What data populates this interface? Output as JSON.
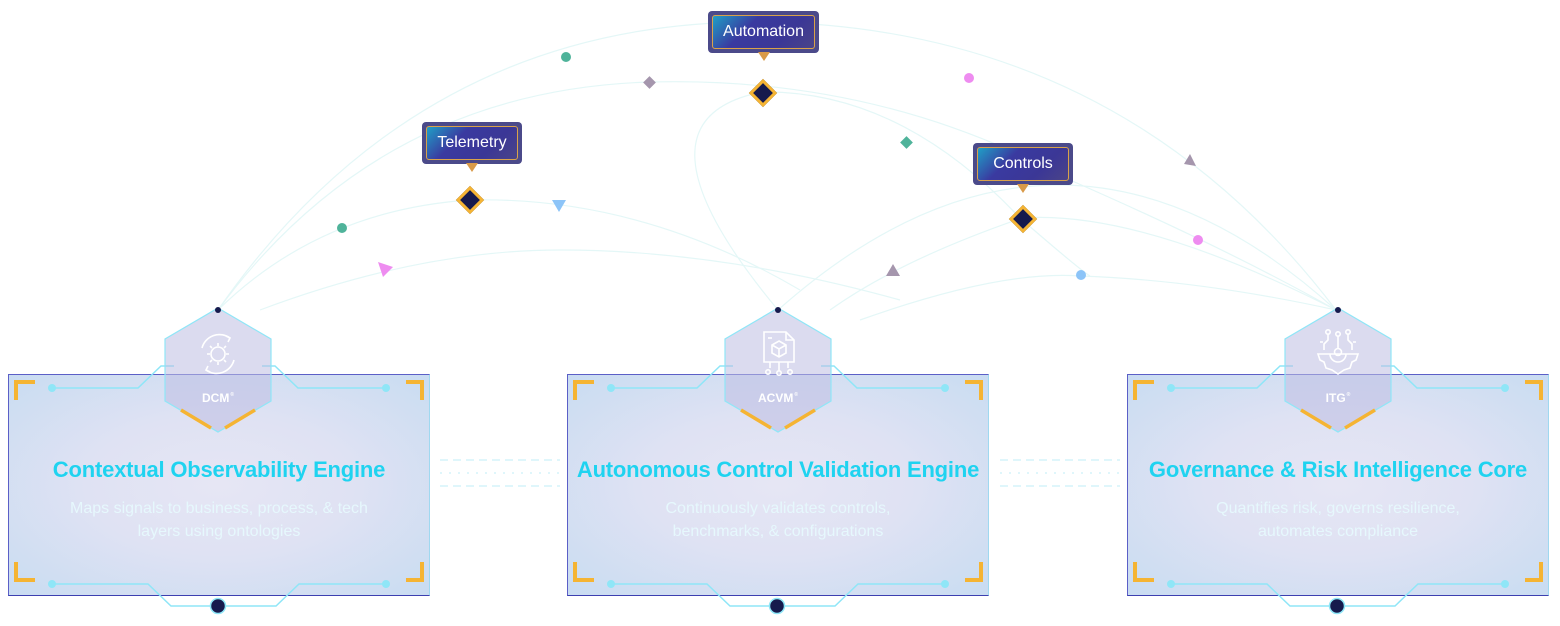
{
  "diagram": {
    "tags": [
      {
        "id": "telemetry",
        "label": "Telemetry"
      },
      {
        "id": "automation",
        "label": "Automation"
      },
      {
        "id": "controls",
        "label": "Controls"
      }
    ],
    "modules": [
      {
        "id": "dcm",
        "badge": "DCM",
        "badge_mark": "®",
        "icon": "gear-cycle-icon",
        "title": "Contextual Observability Engine",
        "description": "Maps signals to business, process, & tech layers using ontologies"
      },
      {
        "id": "acvm",
        "badge": "ACVM",
        "badge_mark": "®",
        "icon": "document-cube-circuit-icon",
        "title": "Autonomous Control Validation Engine",
        "description": "Continuously validates controls, benchmarks, & configurations"
      },
      {
        "id": "itg",
        "badge": "ITG",
        "badge_mark": "®",
        "icon": "gear-circuit-icon",
        "title": "Governance & Risk Intelligence Core",
        "description": "Quantifies risk, governs resilience, automates compliance"
      }
    ],
    "colors": {
      "title_cyan": "#1fd3f0",
      "accent_orange": "#f5b433",
      "node_navy": "#161a4d",
      "tag_purple": "#3b3796",
      "marker_teal": "#4fb39a",
      "marker_pink": "#ee8cf0",
      "marker_blue": "#8cc4f8",
      "marker_mauve": "#a596ad"
    }
  }
}
